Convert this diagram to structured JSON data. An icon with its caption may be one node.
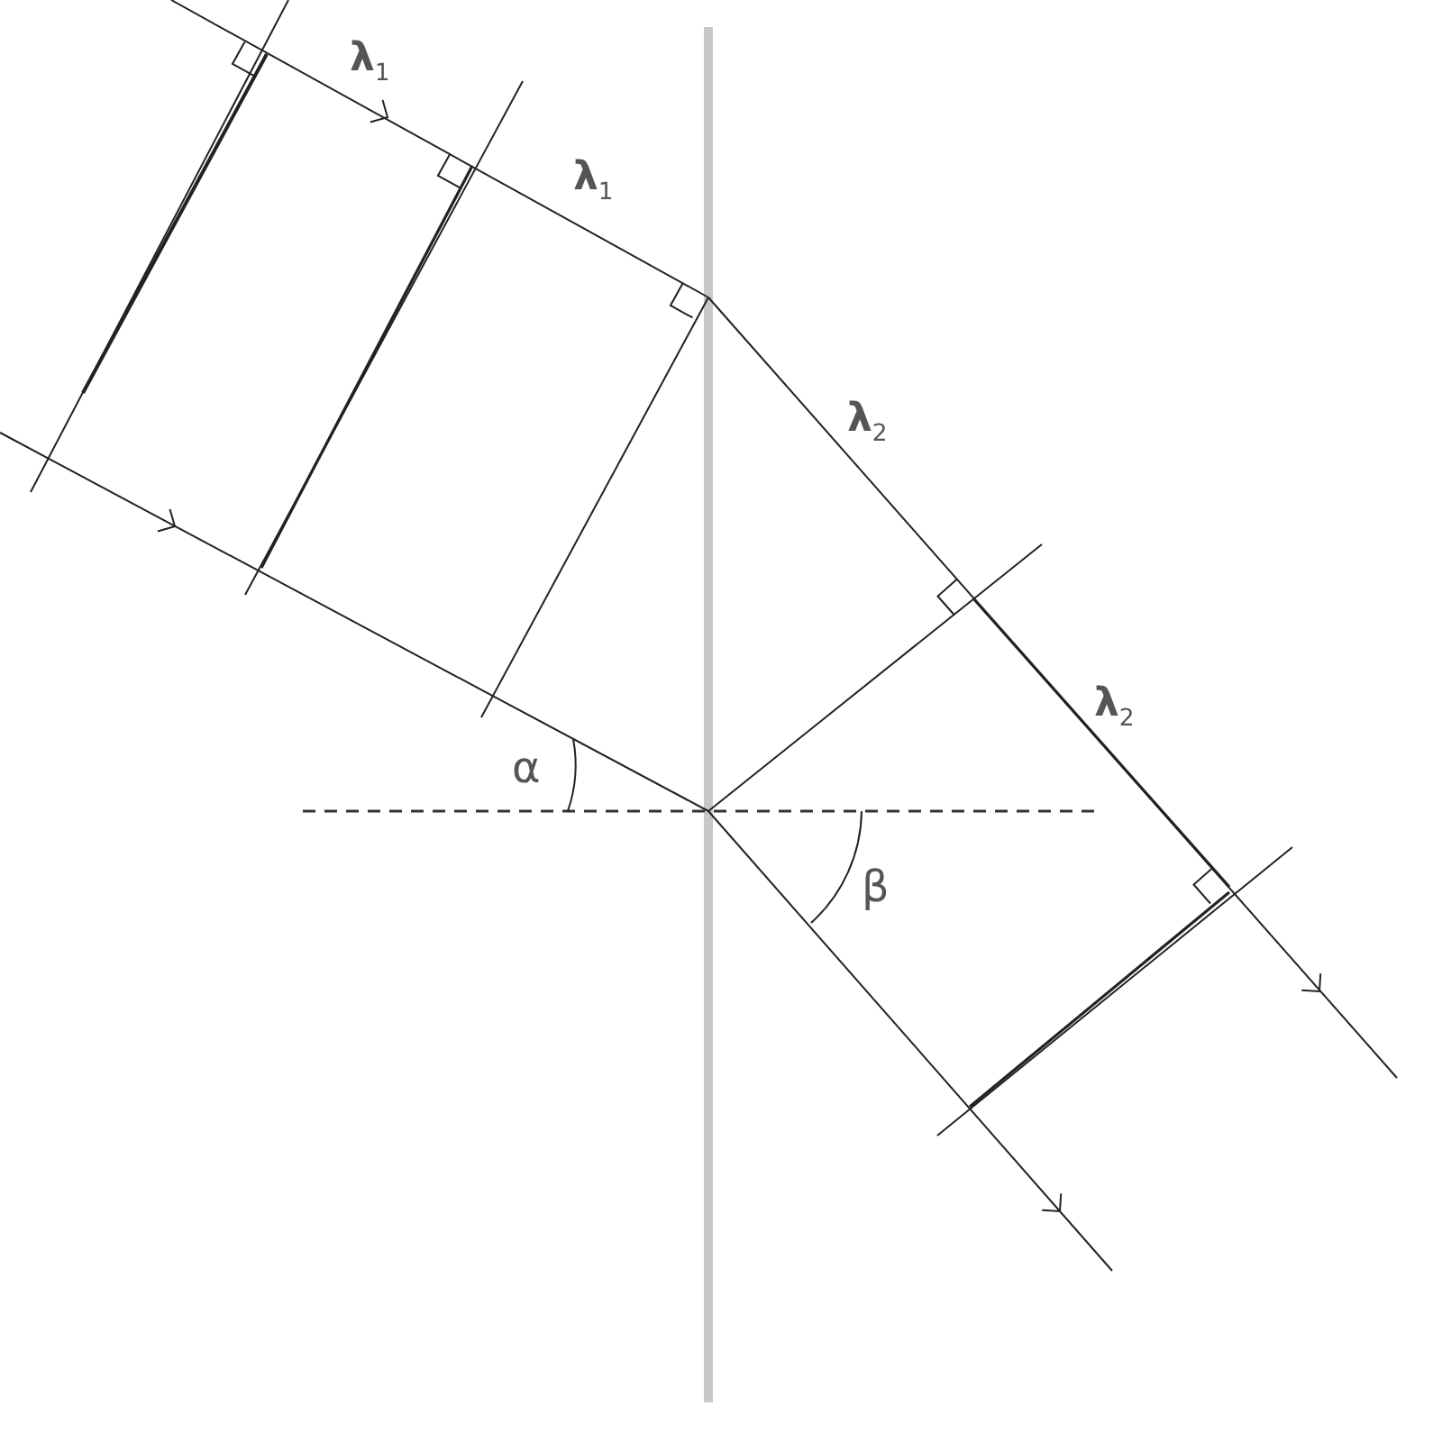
{
  "diagram": {
    "labels": [
      "λ$_{1}$",
      "λ$_{1}$",
      "λ$_{2}$",
      "λ$_{2}$",
      "α",
      "β"
    ]
  }
}
